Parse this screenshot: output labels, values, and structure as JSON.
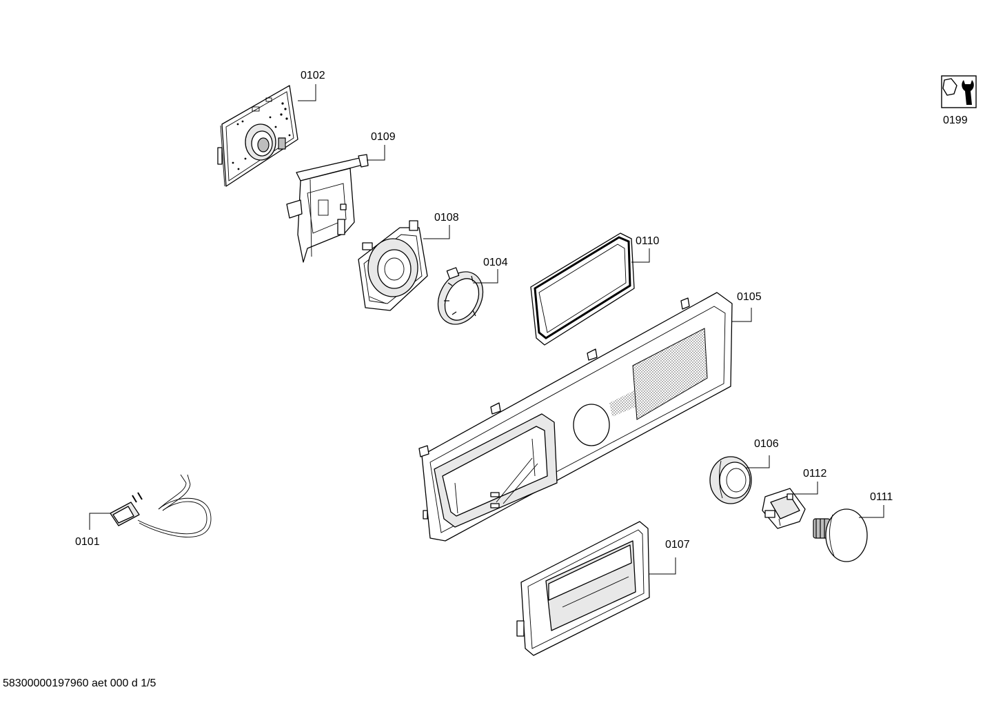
{
  "diagram": {
    "type": "exploded-parts-diagram",
    "labels": {
      "p0101": "0101",
      "p0102": "0102",
      "p0104": "0104",
      "p0105": "0105",
      "p0106": "0106",
      "p0107": "0107",
      "p0108": "0108",
      "p0109": "0109",
      "p0110": "0110",
      "p0111": "0111",
      "p0112": "0112",
      "p0199": "0199"
    },
    "footer": "58300000197960 aet 000 d 1/5"
  },
  "icons": {
    "tools": "wrench-nut-icon"
  }
}
